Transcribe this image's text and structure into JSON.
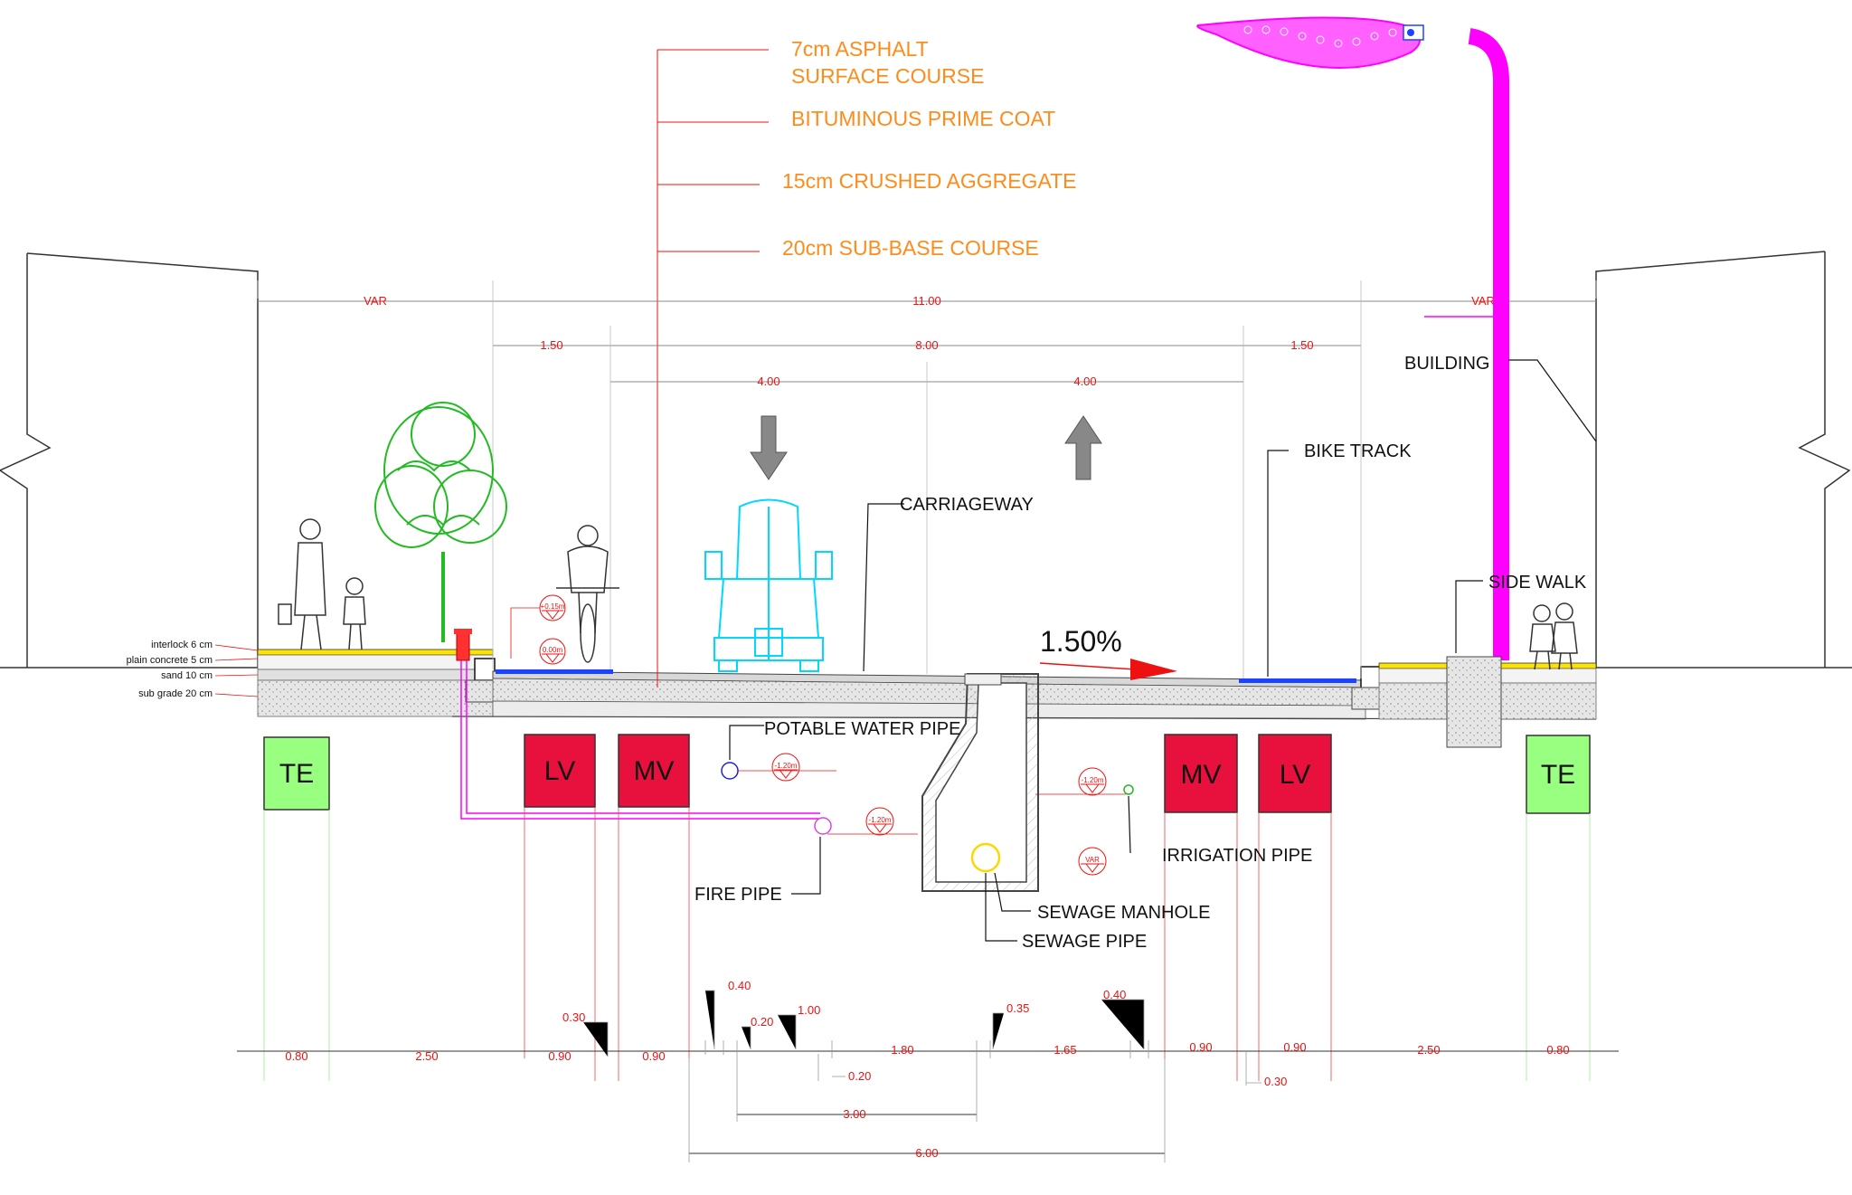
{
  "layer_callouts": [
    "7cm ASPHALT",
    "SURFACE COURSE",
    "BITUMINOUS PRIME COAT",
    "15cm CRUSHED AGGREGATE",
    "20cm SUB-BASE COURSE"
  ],
  "labels": {
    "building": "BUILDING",
    "bike_track": "BIKE TRACK",
    "carriageway": "CARRIAGEWAY",
    "side_walk": "SIDE WALK",
    "potable_water_pipe": "POTABLE WATER PIPE",
    "irrigation_pipe": "IRRIGATION PIPE",
    "fire_pipe": "FIRE PIPE",
    "sewage_manhole": "SEWAGE MANHOLE",
    "sewage_pipe": "SEWAGE PIPE"
  },
  "slope": "1.50%",
  "pavement_layers": [
    "interlock 6 cm",
    "plain concrete 5 cm",
    "sand 10 cm",
    "sub grade 20 cm"
  ],
  "utility_boxes": [
    {
      "code": "TE",
      "color": "#99ff80"
    },
    {
      "code": "LV",
      "color": "#e8103c"
    },
    {
      "code": "MV",
      "color": "#e8103c"
    },
    {
      "code": "MV",
      "color": "#e8103c"
    },
    {
      "code": "LV",
      "color": "#e8103c"
    },
    {
      "code": "TE",
      "color": "#99ff80"
    }
  ],
  "top_dimensions": {
    "var_left": "VAR",
    "total": "11.00",
    "var_right": "VAR",
    "bike_left": "1.50",
    "carriage": "8.00",
    "bike_right": "1.50",
    "lane_left": "4.00",
    "lane_right": "4.00"
  },
  "level_tags": {
    "curb_top": "+0.15m",
    "road_edge": "0.00m",
    "potable": "-1.20m",
    "fire": "-1.20m",
    "irrigation": "-1.20m",
    "sewage": "VAR"
  },
  "bottom_dimensions": {
    "row": [
      "0.80",
      "2.50",
      "0.90",
      "0.90",
      "1.80",
      "1.65",
      "0.90",
      "0.90",
      "2.50",
      "0.80"
    ],
    "offsets": [
      "0.30",
      "0.40",
      "0.20",
      "1.00",
      "0.20",
      "0.35",
      "0.40",
      "0.30"
    ],
    "sub_total": "3.00",
    "total": "6.00"
  },
  "colors": {
    "callout": "#ff8c1a",
    "dimension": "#ee1111",
    "light_pole": "#ff00ff",
    "tree": "#22bb22",
    "vehicle": "#00d8ff",
    "bike_lane": "#1a44ff",
    "telecom_box": "#99ff80",
    "power_box": "#e8103c"
  }
}
